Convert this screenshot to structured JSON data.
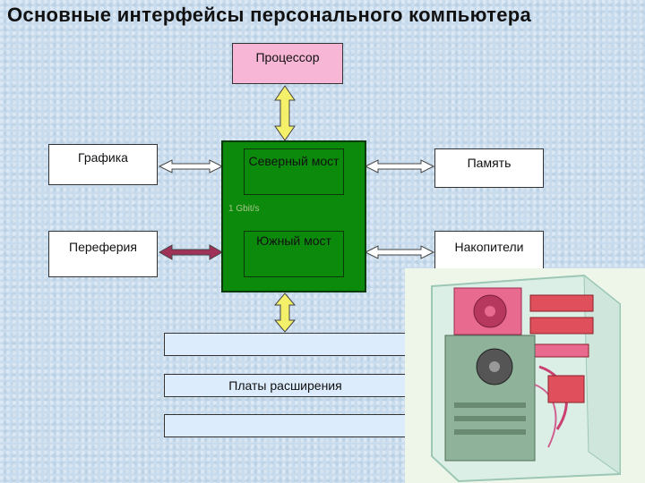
{
  "title": "Основные  интерфейсы  персонального  компьютера",
  "blocks": {
    "cpu": "Процессор",
    "graphics": "Графика",
    "north_bridge": "Северный мост",
    "memory": "Память",
    "bus_speed": "1 Gbit/s",
    "periphery": "Переферия",
    "south_bridge": "Южный мост",
    "storage": "Накопители",
    "expansion": "Платы расширения"
  },
  "colors": {
    "cpu": "#f7b6d6",
    "chipset": "#0b8a0b",
    "arrow": "#f5f06a",
    "arrow_periphery": "#a0325a",
    "slot": "#dcecfc"
  }
}
